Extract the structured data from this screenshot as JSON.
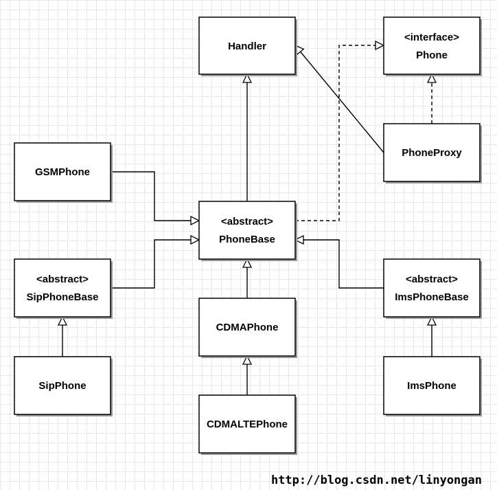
{
  "diagram": {
    "nodes": [
      {
        "id": "handler",
        "lines": [
          "Handler"
        ]
      },
      {
        "id": "phone",
        "lines": [
          "<interface>",
          "Phone"
        ]
      },
      {
        "id": "phoneproxy",
        "lines": [
          "PhoneProxy"
        ]
      },
      {
        "id": "gsmphone",
        "lines": [
          "GSMPhone"
        ]
      },
      {
        "id": "phonebase",
        "lines": [
          "<abstract>",
          "PhoneBase"
        ]
      },
      {
        "id": "sipphonebase",
        "lines": [
          "<abstract>",
          "SipPhoneBase"
        ]
      },
      {
        "id": "imsphonebase",
        "lines": [
          "<abstract>",
          "ImsPhoneBase"
        ]
      },
      {
        "id": "cdmaphone",
        "lines": [
          "CDMAPhone"
        ]
      },
      {
        "id": "sipphone",
        "lines": [
          "SipPhone"
        ]
      },
      {
        "id": "imsphone",
        "lines": [
          "ImsPhone"
        ]
      },
      {
        "id": "cdmaltephone",
        "lines": [
          "CDMALTEPhone"
        ]
      }
    ],
    "edges": [
      {
        "from": "phonebase",
        "to": "handler",
        "kind": "inheritance"
      },
      {
        "from": "phoneproxy",
        "to": "handler",
        "kind": "inheritance"
      },
      {
        "from": "phoneproxy",
        "to": "phone",
        "kind": "realization"
      },
      {
        "from": "phonebase",
        "to": "phone",
        "kind": "realization"
      },
      {
        "from": "gsmphone",
        "to": "phonebase",
        "kind": "inheritance"
      },
      {
        "from": "sipphonebase",
        "to": "phonebase",
        "kind": "inheritance"
      },
      {
        "from": "imsphonebase",
        "to": "phonebase",
        "kind": "inheritance"
      },
      {
        "from": "cdmaphone",
        "to": "phonebase",
        "kind": "inheritance"
      },
      {
        "from": "cdmaltephone",
        "to": "cdmaphone",
        "kind": "inheritance"
      },
      {
        "from": "sipphone",
        "to": "sipphonebase",
        "kind": "inheritance"
      },
      {
        "from": "imsphone",
        "to": "imsphonebase",
        "kind": "inheritance"
      }
    ]
  },
  "watermark": "http://blog.csdn.net/linyongan"
}
